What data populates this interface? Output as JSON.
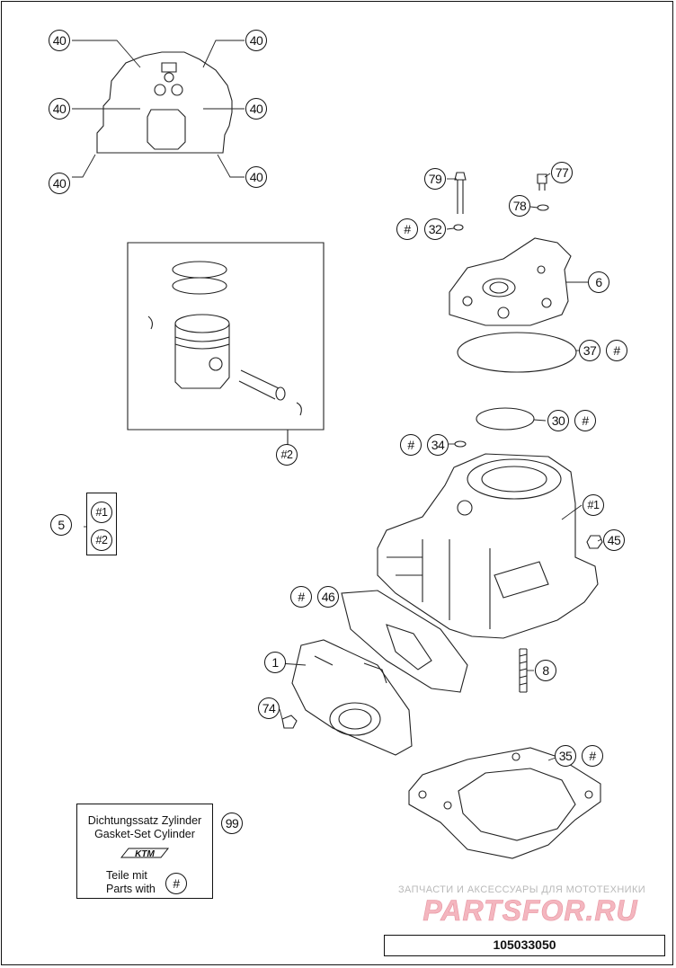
{
  "callouts": {
    "c40a": "40",
    "c40b": "40",
    "c40c": "40",
    "c40d": "40",
    "c40e": "40",
    "c40f": "40",
    "c79": "79",
    "c77": "77",
    "c78": "78",
    "c32": "32",
    "c6": "6",
    "c37": "37",
    "c30": "30",
    "c34": "34",
    "c1": "#1",
    "c45": "45",
    "c46": "46",
    "cOne": "1",
    "c8": "8",
    "c74": "74",
    "c35": "35",
    "c99": "99",
    "c2": "#2",
    "c5": "5",
    "set1": "#1",
    "set2": "#2",
    "hash": "#"
  },
  "kit": {
    "line1": "Dichtungssatz Zylinder",
    "line2": "Gasket-Set Cylinder",
    "logo": "KTM",
    "line3": "Teile mit",
    "line4": "Parts with",
    "mark": "#"
  },
  "watermark": {
    "caption": "ЗАПЧАСТИ И АКСЕССУАРЫ ДЛЯ МОТОТЕХНИКИ",
    "brand": "PARTSFOR.RU"
  },
  "doc_number": "105033050"
}
